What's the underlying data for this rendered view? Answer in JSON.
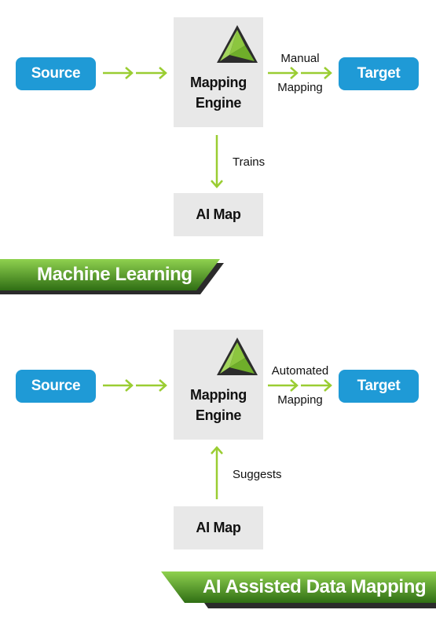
{
  "colors": {
    "pill_blue": "#1f9ad6",
    "arrow_green": "#9acd32",
    "engine_gray": "#e8e8e8",
    "banner_green_light": "#7dc242",
    "banner_green_dark": "#2f6e14",
    "banner_shadow": "#2b2b2b",
    "logo_green": "#8cc63f",
    "logo_dark": "#2c2c2c"
  },
  "diagram1": {
    "source_label": "Source",
    "engine_label": "Mapping\nEngine",
    "target_label": "Target",
    "arrow_top_label": "Manual",
    "arrow_bottom_label": "Mapping",
    "vertical_label": "Trains",
    "aimap_label": "AI Map",
    "banner_label": "Machine Learning"
  },
  "diagram2": {
    "source_label": "Source",
    "engine_label": "Mapping\nEngine",
    "target_label": "Target",
    "arrow_top_label": "Automated",
    "arrow_bottom_label": "Mapping",
    "vertical_label": "Suggests",
    "aimap_label": "AI Map",
    "banner_label": "AI Assisted Data Mapping"
  }
}
